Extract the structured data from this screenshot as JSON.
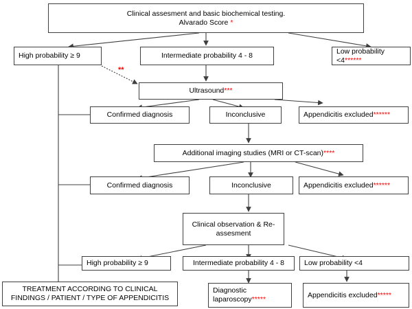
{
  "diagram": {
    "title": "Appendicitis diagnostic algorithm flowchart",
    "accent_color": "#ff0000",
    "line_color": "#3f3f3f"
  },
  "nodes": {
    "clinical_assessment": {
      "line1": "Clinical assesment and basic biochemical testing.",
      "line2": "Alvarado Score ",
      "asterisks": "*"
    },
    "high_prob_1": {
      "text": "High probability ≥ 9",
      "asterisks": ""
    },
    "intermediate_prob_1": {
      "text": "Intermediate probability 4 - 8",
      "asterisks": ""
    },
    "low_prob_1": {
      "text": "Low probability <4",
      "asterisks": "******"
    },
    "ultrasound": {
      "text": "Ultrasound",
      "asterisks": "***"
    },
    "confirmed_1": {
      "text": "Confirmed diagnosis",
      "asterisks": ""
    },
    "inconclusive_1": {
      "text": "Inconclusive",
      "asterisks": ""
    },
    "excluded_1": {
      "text": "Appendicitis excluded",
      "asterisks": "******"
    },
    "additional_imaging": {
      "text": "Additional imaging studies (MRI or CT-scan)",
      "asterisks": "****"
    },
    "confirmed_2": {
      "text": "Confirmed diagnosis",
      "asterisks": ""
    },
    "inconclusive_2": {
      "text": "Inconclusive",
      "asterisks": ""
    },
    "excluded_2": {
      "text": "Appendicitis excluded",
      "asterisks": "******"
    },
    "observation": {
      "line1": "Clinical observation & Re-",
      "line2": "assesment",
      "asterisks": ""
    },
    "high_prob_2": {
      "text": "High probability ≥ 9",
      "asterisks": ""
    },
    "intermediate_prob_2": {
      "text": "Intermediate probability 4 - 8",
      "asterisks": ""
    },
    "low_prob_2": {
      "text": "Low probability <4",
      "asterisks": ""
    },
    "treatment": {
      "line1": "TREATMENT ACCORDING TO CLINICAL",
      "line2": "FINDINGS / PATIENT / TYPE OF APPENDICITIS",
      "asterisks": ""
    },
    "laparoscopy": {
      "line1": "Diagnostic",
      "line2": "laparoscopy",
      "asterisks": "*****"
    },
    "excluded_3": {
      "text": "Appendicitis excluded",
      "asterisks": "*****"
    }
  },
  "edge_labels": {
    "dotted_high_to_ultrasound": "**"
  }
}
